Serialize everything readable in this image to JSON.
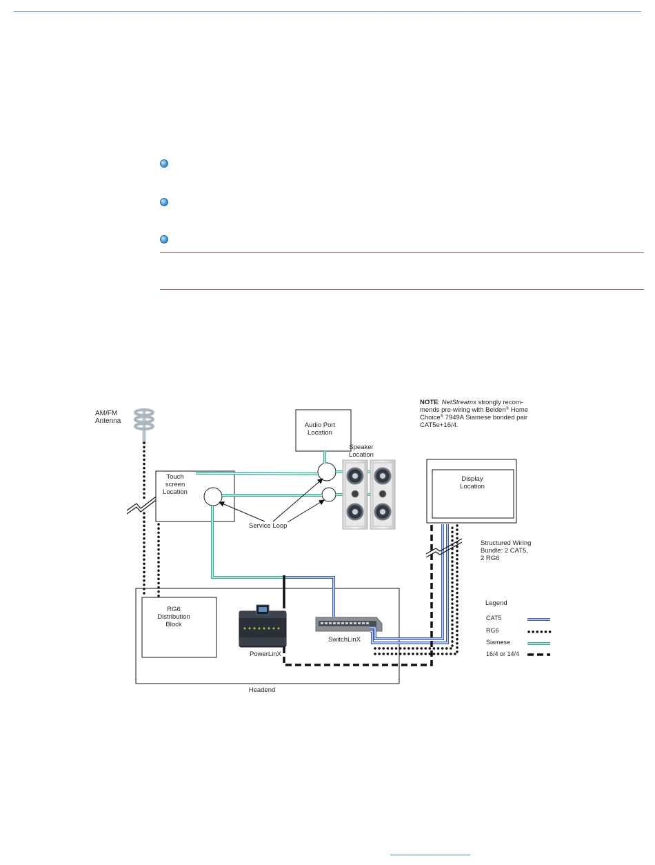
{
  "diagram": {
    "antenna_label": [
      "AM/FM",
      "Antenna"
    ],
    "audio_port_label": [
      "Audio Port",
      "Location"
    ],
    "speaker_label": [
      "Speaker",
      "Location"
    ],
    "touchscreen_label": [
      "Touch",
      "screen",
      "Location"
    ],
    "display_label": [
      "Display",
      "Location"
    ],
    "service_loop_label": "Service Loop",
    "structured_wiring_label": [
      "Structured Wiring",
      "Bundle: 2 CAT5,",
      "2 RG6"
    ],
    "rg6_block_label": [
      "RG6",
      "Distribution",
      "Block"
    ],
    "powerlinx_label": "PowerLinX",
    "switchlinx_label": "SwitchLinX",
    "headend_label": "Headend",
    "note": {
      "prefix": "NOTE",
      "brand": "NetStreams",
      "line1_rest": "strongly recom-",
      "line2_a": "mends pre-wiring with Belden",
      "line2_b": "Home",
      "line3_a": "Choice",
      "line3_b": "7949A Siamese bonded pair",
      "line4": "CAT5e+16/4.",
      "registered_mark": "®"
    },
    "legend": {
      "title": "Legend",
      "items": [
        {
          "label": "CAT5",
          "style": "cat5"
        },
        {
          "label": "RG6",
          "style": "rg6"
        },
        {
          "label": "Siamese",
          "style": "siamese"
        },
        {
          "label": "16/4 or 14/4",
          "style": "power"
        }
      ]
    },
    "colors": {
      "cat5": "#3a5fb0",
      "siamese": "#2fb598",
      "rg6": "#111111",
      "power": "#111111"
    }
  }
}
